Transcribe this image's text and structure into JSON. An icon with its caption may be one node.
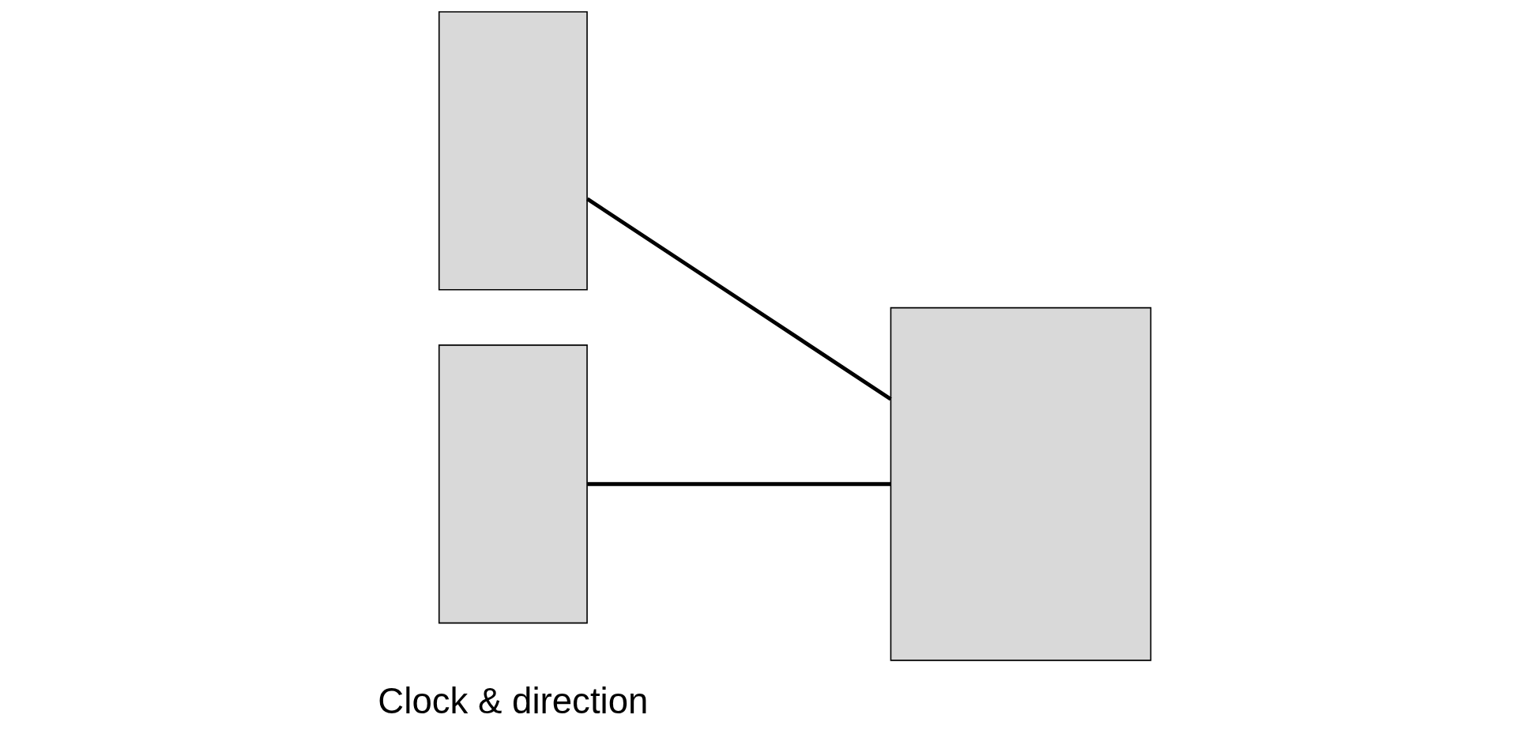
{
  "diagram": {
    "nodes": [
      {
        "text": [],
        "shape": "box"
      },
      {
        "text": [],
        "shape": "box"
      },
      {
        "text": [],
        "shape": "box"
      }
    ],
    "edges": [
      {
        "from": 2,
        "to": 0,
        "arrow": "none"
      },
      {
        "from": 2,
        "to": 1,
        "arrow": "none"
      }
    ],
    "labels": [
      "Clock & direction"
    ]
  }
}
